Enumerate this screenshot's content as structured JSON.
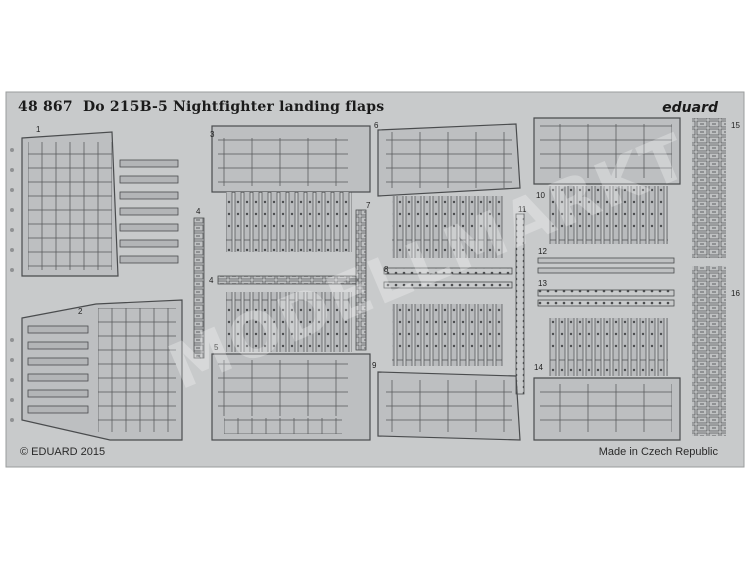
{
  "sheet": {
    "code": "48 867",
    "title": "Do 215B-5 Nightfighter landing flaps",
    "brand": "eduard",
    "copyright": "© EDUARD 2015",
    "origin": "Made in Czech Republic",
    "watermark": "MODELLMARKT",
    "part_numbers": [
      "1",
      "2",
      "3",
      "4",
      "4",
      "5",
      "6",
      "7",
      "8",
      "9",
      "10",
      "11",
      "12",
      "13",
      "14",
      "15",
      "16"
    ]
  },
  "colors": {
    "background": "#ffffff",
    "fret": "#c8cacb",
    "fret_edge": "#9a9c9d",
    "part_outline": "#4a4c4e",
    "text": "#1a1a1a"
  }
}
